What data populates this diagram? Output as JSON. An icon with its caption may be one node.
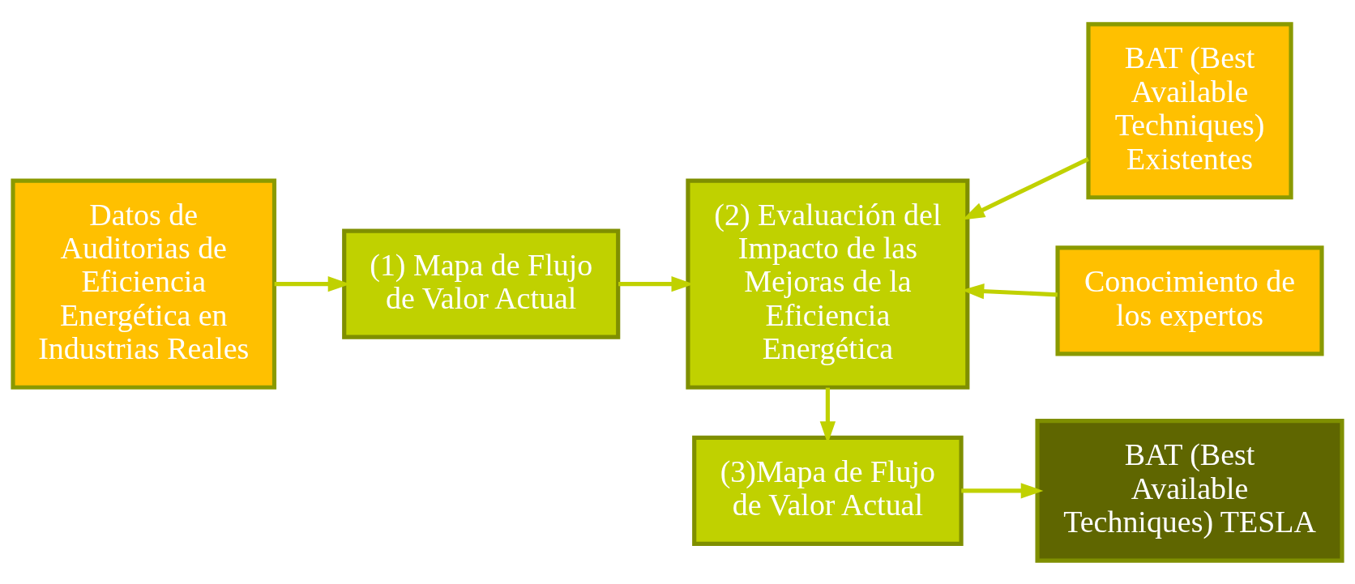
{
  "diagram": {
    "nodes": [
      {
        "text": [
          "(1) Mapa de Flujo de Valor Actual"
        ]
      },
      {
        "text": [
          "(2) Evaluación del Impacto de las Mejoras de la Eficiencia Energética"
        ]
      },
      {
        "text": [
          "Conocimiento de los expertos"
        ]
      },
      {
        "text": [
          "BAT (Best Available Techniques) Existentes"
        ]
      },
      {
        "text": [
          "Datos de Auditorias de Eficiencia Energética en Industrias Reales"
        ]
      },
      {
        "text": [
          "(3)Mapa de Flujo de Valor Actual"
        ]
      },
      {
        "text": [
          "BAT (Best Available Techniques) TESLA"
        ]
      }
    ],
    "edges": [
      {
        "from": 0,
        "to": 1,
        "arrow": "to"
      },
      {
        "from": 2,
        "to": 1,
        "arrow": "to"
      },
      {
        "from": 3,
        "to": 1,
        "arrow": "to"
      },
      {
        "from": 4,
        "to": 0,
        "arrow": "to"
      },
      {
        "from": 1,
        "to": 5,
        "arrow": "to"
      },
      {
        "from": 5,
        "to": 6,
        "arrow": "to"
      }
    ]
  }
}
